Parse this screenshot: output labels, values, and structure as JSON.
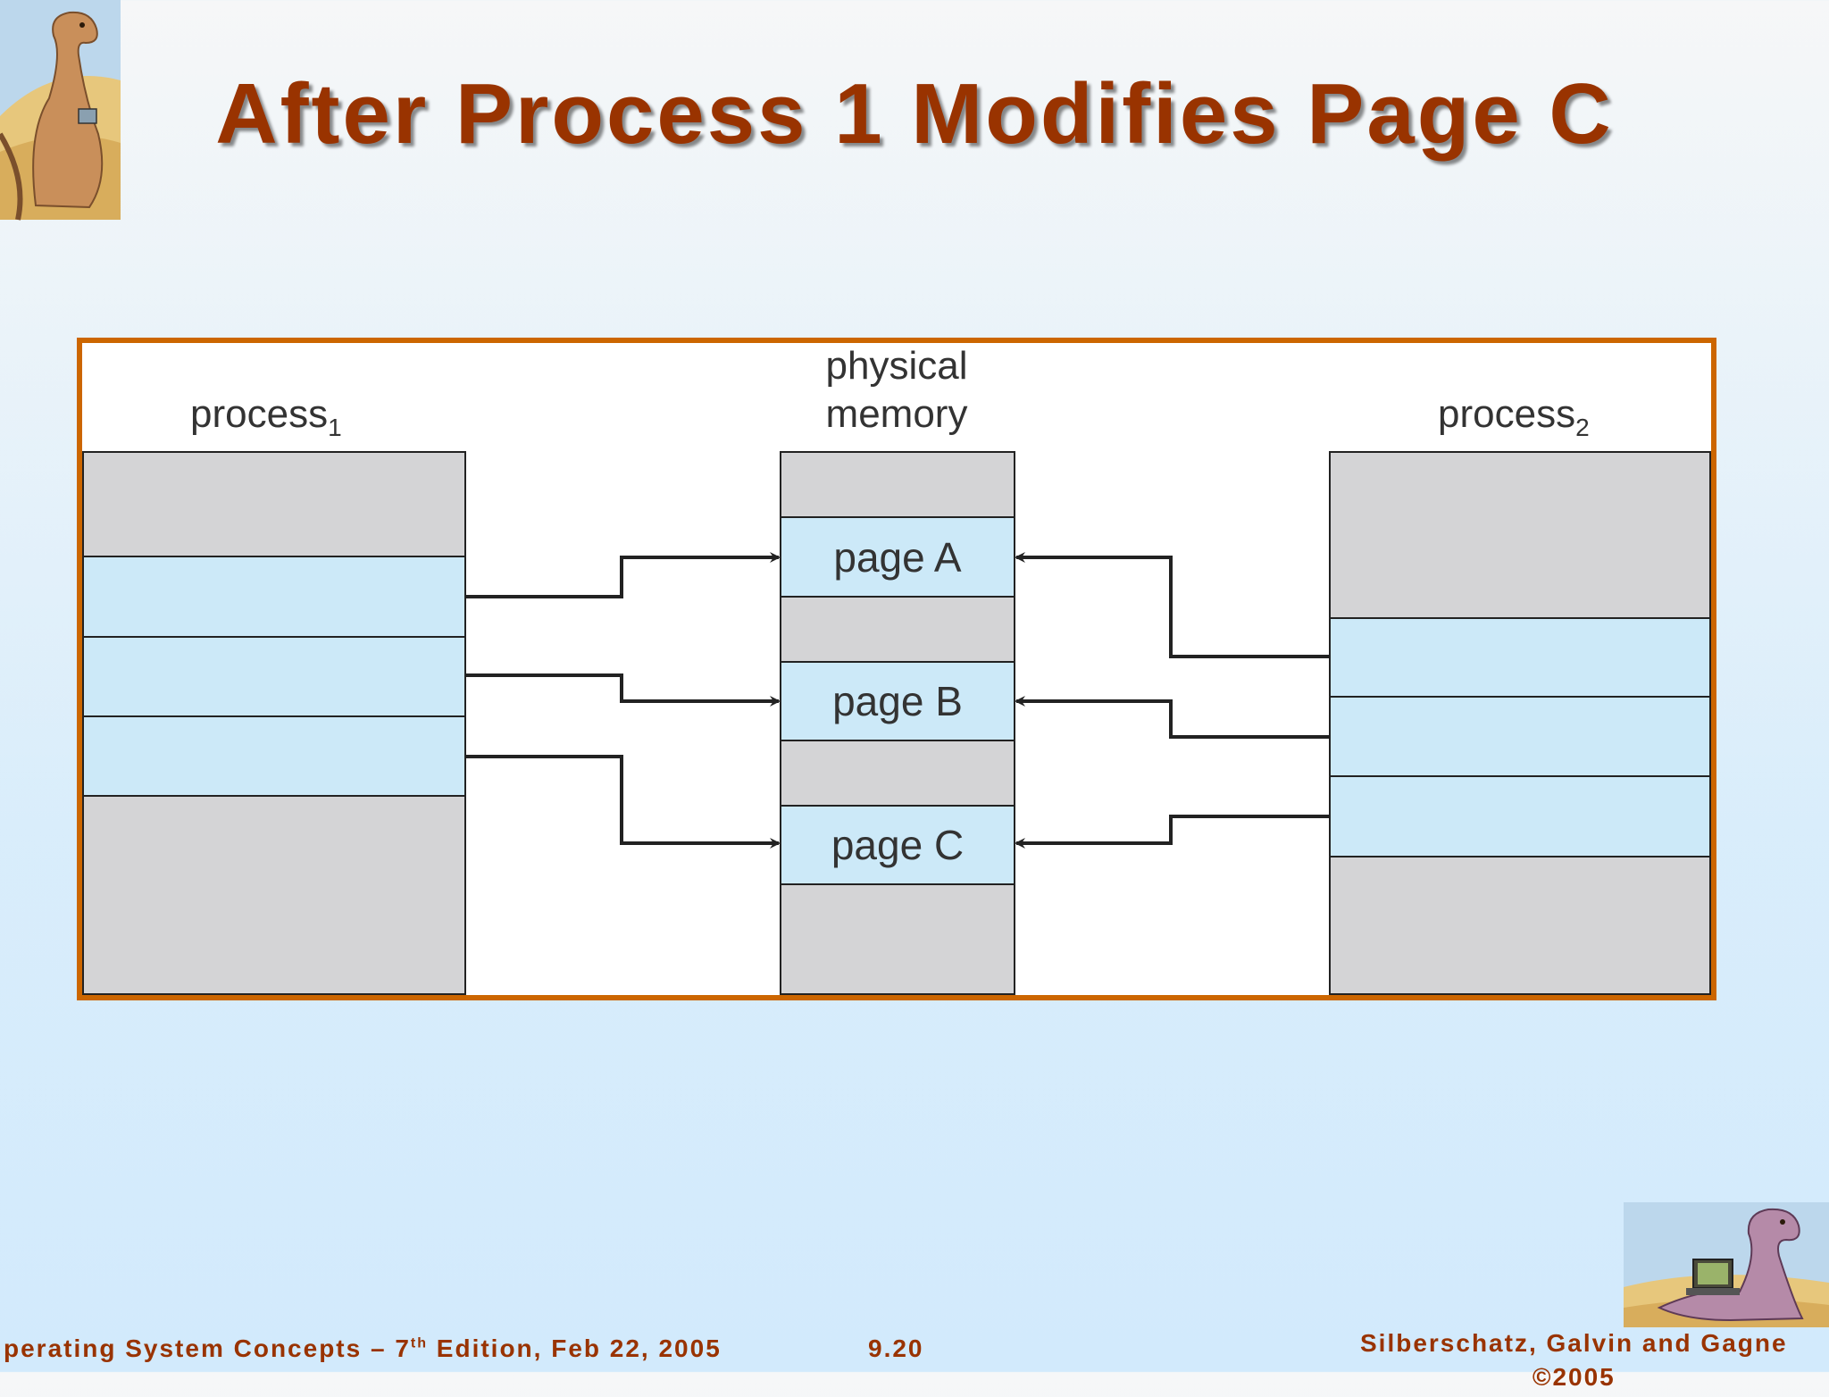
{
  "slide": {
    "title": "After Process 1 Modifies Page C"
  },
  "diagram": {
    "process1_label": "process",
    "process1_sub": "1",
    "memory_label_line1": "physical",
    "memory_label_line2": "memory",
    "process2_label": "process",
    "process2_sub": "2",
    "pages": [
      "page A",
      "page B",
      "page C"
    ],
    "colors": {
      "frame": "#cc6600",
      "page": "#cce9f8",
      "unused": "#d4d4d6",
      "arrow": "#222222"
    }
  },
  "footer": {
    "left_pre": "perating System Concepts – 7",
    "left_sup": "th",
    "left_post": " Edition, Feb 22, 2005",
    "page_number": "9.20",
    "authors_line1": "Silberschatz, Galvin and Gagne",
    "authors_line2": "©2005"
  },
  "icons": {
    "top_left": "dinosaur-with-phone-icon",
    "bottom_right": "dinosaur-with-laptop-icon"
  }
}
